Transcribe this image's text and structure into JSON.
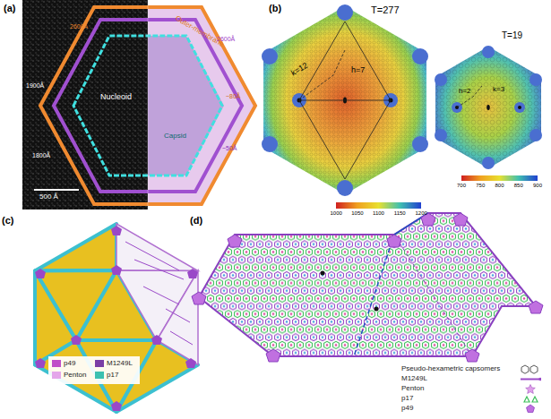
{
  "diagram": {
    "labels": [
      "(a)",
      "Outer-membrane",
      "2600Å",
      "2600Å",
      "1900Å",
      "1800Å",
      "~80Å",
      "~50Å",
      "Nucleoid",
      "Capsid",
      "500 Å",
      "(b)",
      "T=277",
      "k=12",
      "h=7",
      "1000",
      "1050",
      "1100",
      "1150",
      "1200",
      "T=19",
      "h=2",
      "k=3",
      "700",
      "750",
      "800",
      "850",
      "900",
      "(c)",
      "(d)"
    ],
    "legend": [
      {
        "text": "p49",
        "color": "#c04ec8"
      },
      {
        "text": "M1249L",
        "color": "#7a3ea6"
      },
      {
        "text": "Penton",
        "color": "#e4a6ea"
      },
      {
        "text": "p17",
        "color": "#3cc0b0"
      },
      {
        "text": "Pseudo-hexametric capsomers"
      },
      {
        "text": "M1249L"
      },
      {
        "text": "Penton"
      },
      {
        "text": "p17"
      },
      {
        "text": "p49"
      }
    ]
  }
}
